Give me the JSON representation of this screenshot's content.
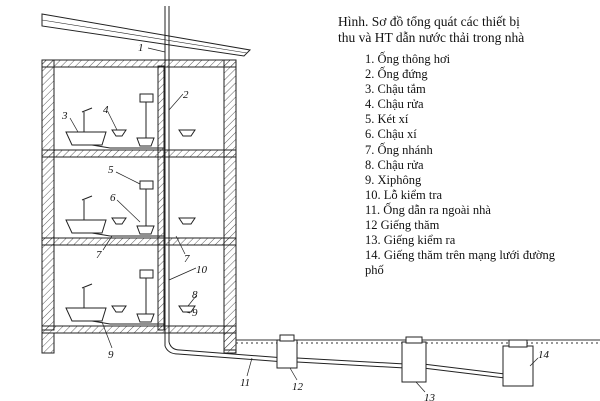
{
  "caption": {
    "line1": "Hình. Sơ đồ tổng quát các thiết bị",
    "line2": "thu và HT dẫn nước thải trong nhà"
  },
  "legend": [
    "1. Ống thông hơi",
    "2. Ống đứng",
    "3. Chậu tắm",
    "4. Chậu rửa",
    "5. Két xí",
    "6. Chậu xí",
    "7. Ống nhánh",
    "8. Chậu rửa",
    "9. Xiphông",
    "10. Lỗ kiểm tra",
    "11. Ống dẫn ra ngoài nhà",
    "12 Giếng thăm",
    "13. Giếng kiểm ra",
    "14. Giếng thăm trên mạng lưới đường phố"
  ],
  "callouts": {
    "c1": "1",
    "c2": "2",
    "c3": "3",
    "c4": "4",
    "c5": "5",
    "c6": "6",
    "c7a": "7",
    "c7b": "7",
    "c8": "8",
    "c9a": "9",
    "c9b": "9",
    "c10": "10",
    "c11": "11",
    "c12": "12",
    "c13": "13",
    "c14": "14"
  }
}
